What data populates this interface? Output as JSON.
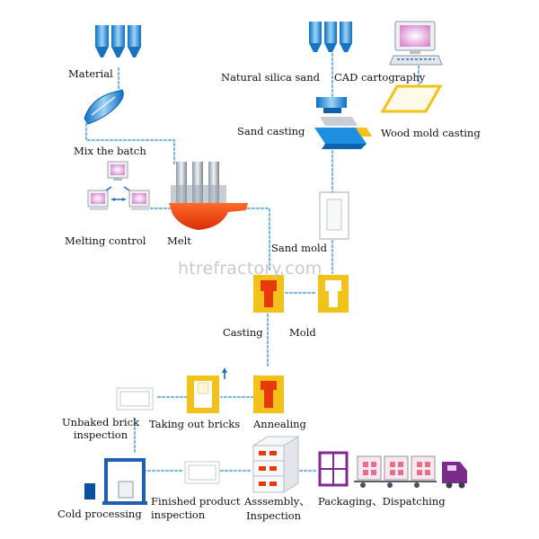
{
  "watermark": "htrefractory.com",
  "steps": {
    "material": "Material",
    "mix_batch": "Mix the batch",
    "melting_control": "Melting control",
    "melt": "Melt",
    "natural_silica_sand": "Natural silica sand",
    "cad_cartography": "CAD cartography",
    "sand_casting": "Sand casting",
    "wood_mold_casting": "Wood mold casting",
    "sand_mold": "Sand mold",
    "casting": "Casting",
    "mold": "Mold",
    "unbaked_brick_inspection_1": "Unbaked brick",
    "unbaked_brick_inspection_2": "inspection",
    "taking_out_bricks": "Taking out bricks",
    "annealing": "Annealing",
    "cold_processing": "Cold processing",
    "finished_product_1": "Finished product",
    "finished_product_2": "inspection",
    "assembly_1": "Asssembly、",
    "assembly_2": "Inspection",
    "packaging": "Packaging、Dispatching"
  },
  "colors": {
    "flow_line": "#7ab8e6",
    "silo_blue": "#1e8fe0",
    "melt_red": "#e8380d",
    "mold_yellow": "#f2c21b",
    "pink_screen": "#e8a6d8",
    "purple_rack": "#7c2a8c"
  }
}
